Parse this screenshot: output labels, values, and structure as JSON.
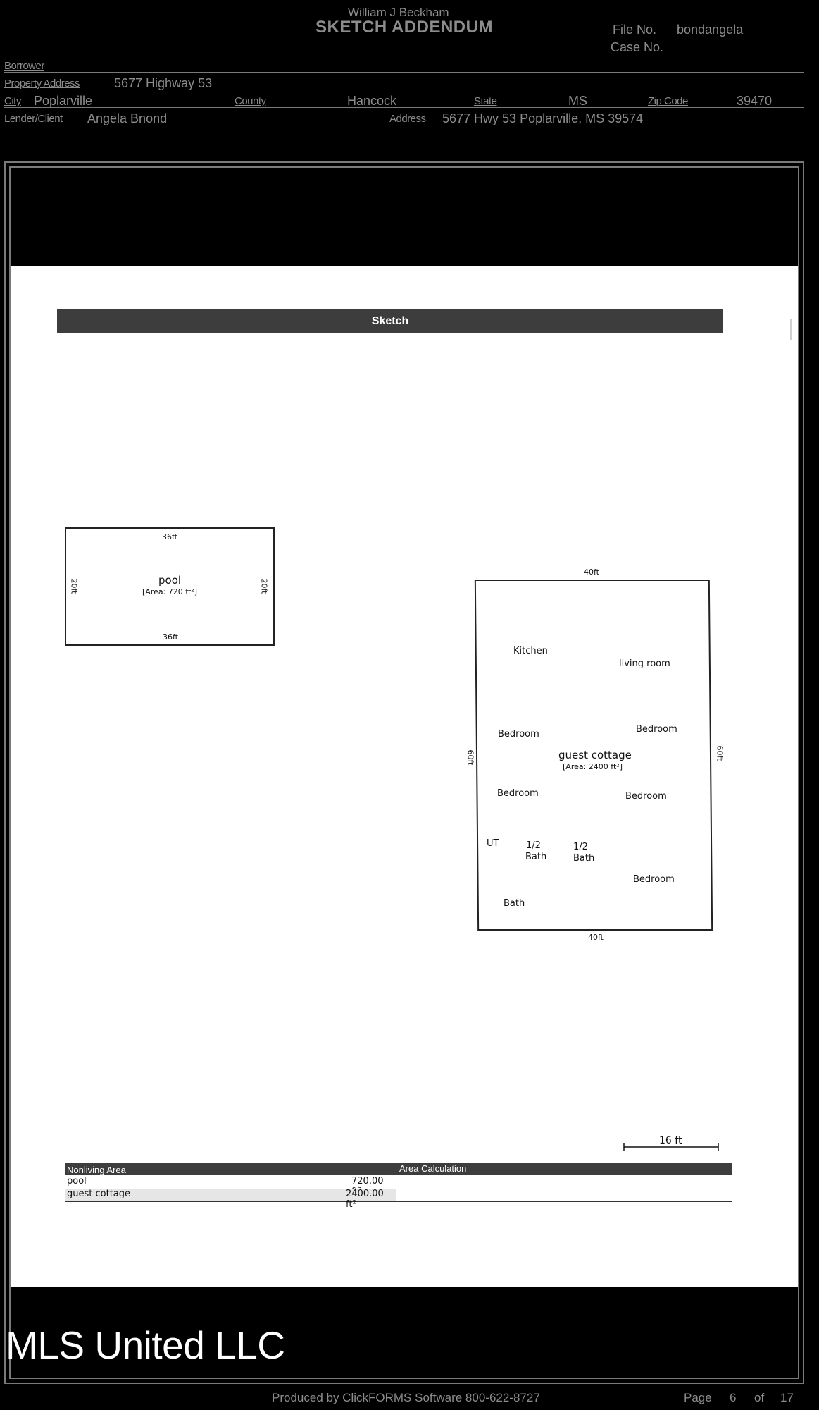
{
  "header": {
    "appraiser_name": "William J Beckham",
    "title": "SKETCH ADDENDUM",
    "file_no_label": "File No.",
    "file_no_value": "bondangela",
    "case_no_label": "Case No."
  },
  "fields": {
    "borrower_label": "Borrower",
    "property_address_label": "Property Address",
    "property_address_value": "5677 Highway 53",
    "city_label": "City",
    "city_value": "Poplarville",
    "county_label": "County",
    "county_value": "Hancock",
    "state_label": "State",
    "state_value": "MS",
    "zip_label": "Zip Code",
    "zip_value": "39470",
    "lender_label": "Lender/Client",
    "lender_value": "Angela Bnond",
    "address_label": "Address",
    "address_value": "5677 Hwy 53 Poplarville, MS 39574"
  },
  "sketch": {
    "bar_title": "Sketch",
    "pool": {
      "name": "pool",
      "area": "[Area: 720 ft²]",
      "top": "36ft",
      "bottom": "36ft",
      "left": "20ft",
      "right": "20ft"
    },
    "cottage": {
      "name": "guest cottage",
      "area": "[Area: 2400 ft²]",
      "top": "40ft",
      "bottom": "40ft",
      "left": "60ft",
      "right": "60ft",
      "rooms": {
        "kitchen": "Kitchen",
        "living": "living room",
        "bedroom1": "Bedroom",
        "bedroom2": "Bedroom",
        "bedroom3": "Bedroom",
        "bedroom4": "Bedroom",
        "bedroom5": "Bedroom",
        "ut": "UT",
        "half_bath1_a": "1/2",
        "half_bath1_b": "Bath",
        "half_bath2_a": "1/2",
        "half_bath2_b": "Bath",
        "bath": "Bath"
      }
    },
    "scale_label": "16 ft"
  },
  "area_calc": {
    "title": "Area Calculation",
    "column_header": "Nonliving Area",
    "rows": [
      {
        "name": "pool",
        "value": "720.00 ft²"
      },
      {
        "name": "guest cottage",
        "value": "2400.00 ft²"
      }
    ]
  },
  "watermark": "MLS United LLC",
  "footer": {
    "produced_by": "Produced by ClickFORMS Software 800-622-8727",
    "page_label": "Page",
    "page_num": "6",
    "of_label": "of",
    "page_total": "17"
  }
}
